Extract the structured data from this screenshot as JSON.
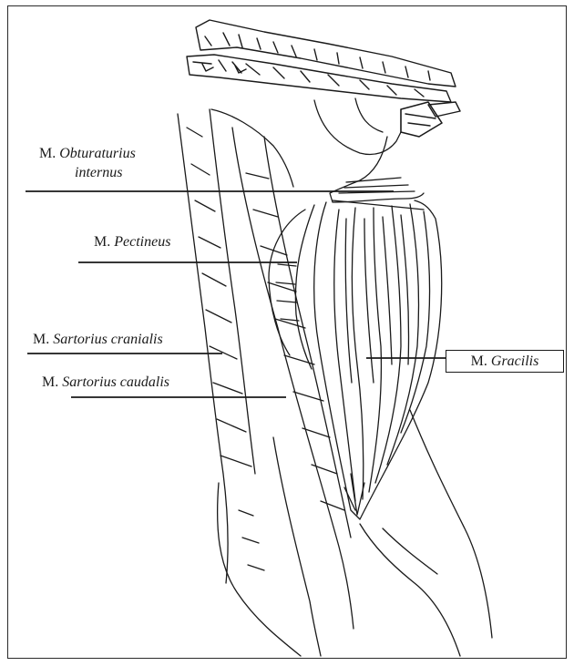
{
  "labels": {
    "obturator_prefix": "M.",
    "obturator_line1": "Obturaturius",
    "obturator_line2": "internus",
    "pectineus_prefix": "M.",
    "pectineus_name": "Pectineus",
    "sartorius_cranialis_prefix": "M.",
    "sartorius_cranialis_name": "Sartorius cranialis",
    "sartorius_caudalis_prefix": "M.",
    "sartorius_caudalis_name": "Sartorius caudalis",
    "gracilis_prefix": "M.",
    "gracilis_name": "Gracilis"
  },
  "colors": {
    "ink": "#1a1a1a",
    "paper": "#ffffff",
    "frame": "#2a2a2a"
  }
}
